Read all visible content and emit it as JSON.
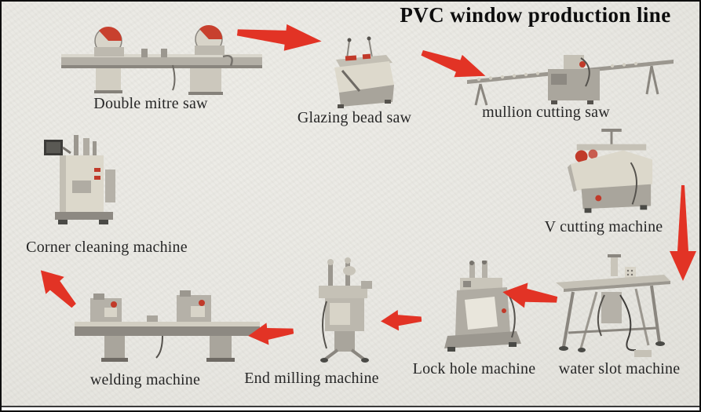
{
  "title": "PVC window production line",
  "background_color": "#e9e8e3",
  "arrow_color": "#e23325",
  "machines": [
    {
      "id": "double-mitre-saw",
      "label": "Double mitre saw"
    },
    {
      "id": "glazing-bead-saw",
      "label": "Glazing bead saw"
    },
    {
      "id": "mullion-cutting-saw",
      "label": "mullion cutting saw"
    },
    {
      "id": "v-cutting-machine",
      "label": "V cutting machine"
    },
    {
      "id": "water-slot-machine",
      "label": "water slot machine"
    },
    {
      "id": "lock-hole-machine",
      "label": "Lock hole machine"
    },
    {
      "id": "end-milling-machine",
      "label": "End milling machine"
    },
    {
      "id": "welding-machine",
      "label": "welding machine"
    },
    {
      "id": "corner-cleaning-machine",
      "label": "Corner cleaning machine"
    }
  ],
  "flow_sequence": [
    "Double mitre saw",
    "Glazing bead saw",
    "mullion cutting saw",
    "V cutting machine",
    "water slot machine",
    "Lock hole machine",
    "End milling machine",
    "welding machine",
    "Corner cleaning machine"
  ]
}
